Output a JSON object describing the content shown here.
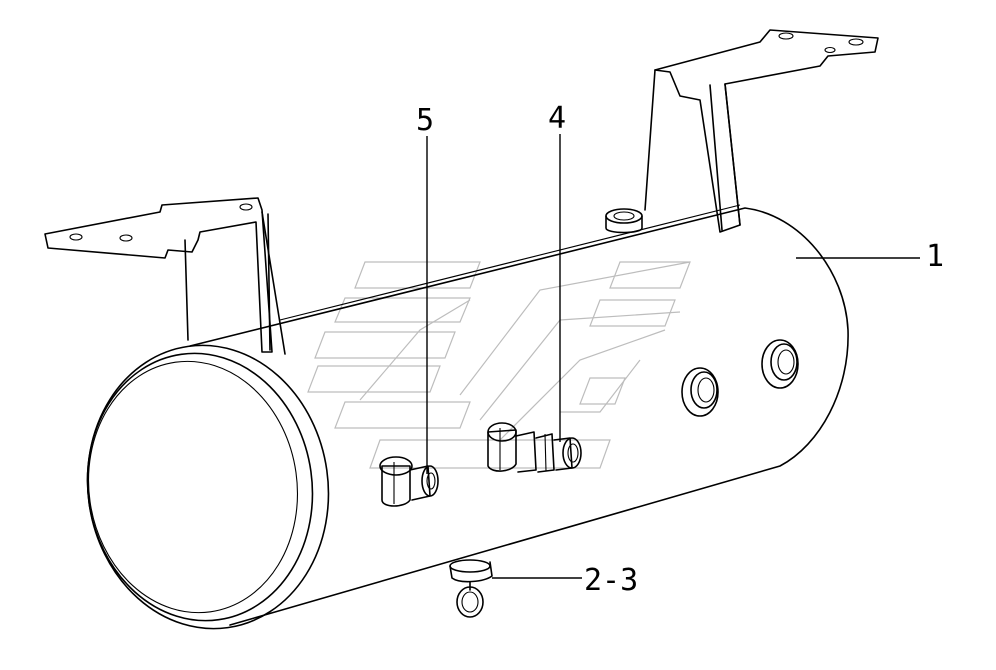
{
  "labels": [
    {
      "id": "part-1",
      "text": "1"
    },
    {
      "id": "part-2-3",
      "text": "2-3"
    },
    {
      "id": "part-4",
      "text": "4"
    },
    {
      "id": "part-5",
      "text": "5"
    }
  ],
  "colors": {
    "line": "#000000",
    "watermark": "#bdbdbd",
    "background": "#ffffff"
  }
}
